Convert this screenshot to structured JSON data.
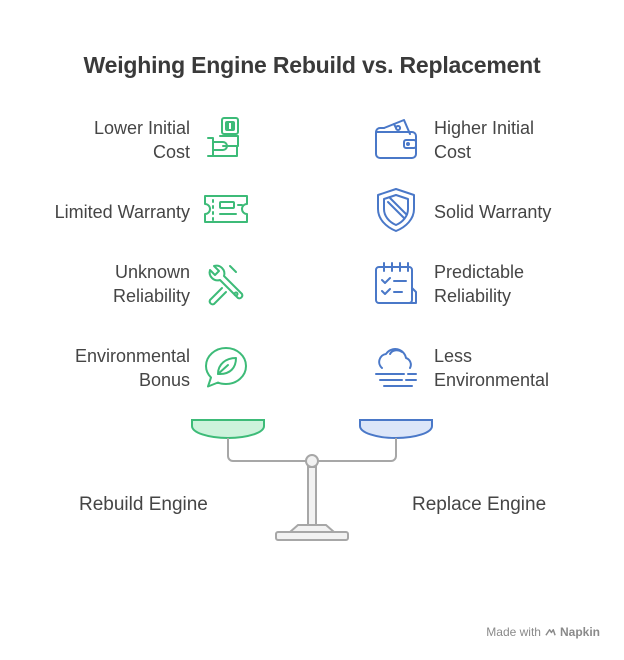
{
  "title": "Weighing Engine Rebuild vs. Replacement",
  "left": {
    "items": [
      {
        "label": "Lower Initial\nCost",
        "icon": "hand-money-icon"
      },
      {
        "label": "Limited Warranty",
        "icon": "ticket-icon"
      },
      {
        "label": "Unknown\nReliability",
        "icon": "wrench-icon"
      },
      {
        "label": "Environmental\nBonus",
        "icon": "leaf-chat-icon"
      }
    ],
    "caption": "Rebuild Engine",
    "color": "#3dbb78"
  },
  "right": {
    "items": [
      {
        "label": "Higher Initial\nCost",
        "icon": "wallet-icon"
      },
      {
        "label": "Solid Warranty",
        "icon": "shield-icon"
      },
      {
        "label": "Predictable\nReliability",
        "icon": "checklist-calendar-icon"
      },
      {
        "label": "Less\nEnvironmental",
        "icon": "cloud-fog-icon"
      }
    ],
    "caption": "Replace Engine",
    "color": "#4a78c8"
  },
  "footer": {
    "made_with": "Made with",
    "brand": "Napkin"
  }
}
